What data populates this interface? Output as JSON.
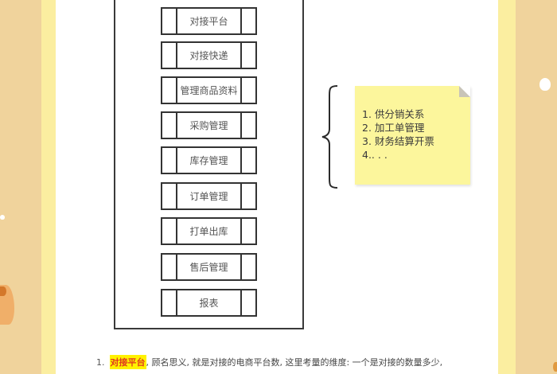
{
  "modules": [
    {
      "label": "对接平台"
    },
    {
      "label": "对接快递"
    },
    {
      "label": "管理商品资料"
    },
    {
      "label": "采购管理"
    },
    {
      "label": "库存管理"
    },
    {
      "label": "订单管理"
    },
    {
      "label": "打单出库"
    },
    {
      "label": "售后管理"
    },
    {
      "label": "报表"
    }
  ],
  "sticky_note": {
    "items": [
      "1. 供分销关系",
      "2. 加工单管理",
      "3. 财务结算开票",
      "4.. . ."
    ]
  },
  "footer": {
    "number": "1.",
    "highlight": "对接平台",
    "text": ", 顾名思义, 就是对接的电商平台数, 这里考量的维度: 一个是对接的数量多少,"
  },
  "colors": {
    "background": "#f0d39c",
    "stripe": "#fbeea0",
    "sticky": "#fcf69c",
    "highlight_bg": "#fff200",
    "highlight_text": "#e03a1e"
  }
}
